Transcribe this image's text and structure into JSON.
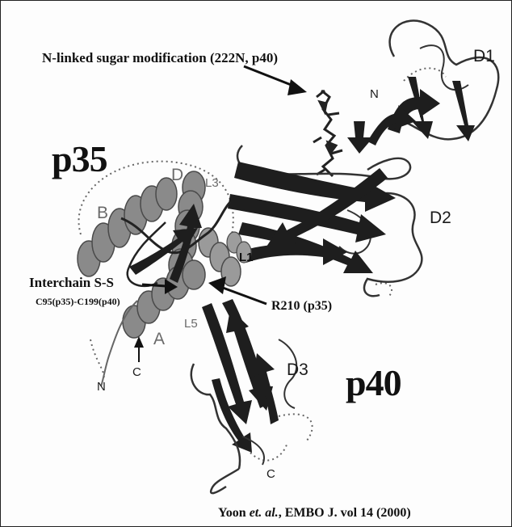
{
  "labels": {
    "sugar": "N-linked sugar modification (222N, p40)",
    "p35": "p35",
    "p40": "p40",
    "interchain": "Interchain S-S",
    "cysteines": "C95(p35)-C199(p40)",
    "r210": "R210 (p35)",
    "citation_author": "Yoon",
    "citation_etal": "et. al.",
    "citation_rest": ", EMBO J. vol 14 (2000)"
  },
  "domains": {
    "d1": "D1",
    "d2": "D2",
    "d3": "D3"
  },
  "helices": {
    "a": "A",
    "b": "B",
    "d": "D"
  },
  "loops": {
    "l1": "L1",
    "l3": "L3",
    "l5": "L5"
  },
  "termini": {
    "n_p40": "N",
    "n_p35": "N",
    "c_p35": "C",
    "c_p40": "C"
  },
  "colors": {
    "strand": "#1e1e1e",
    "helix": "#8a8a8a",
    "coil": "#333333",
    "dotted": "#666666"
  }
}
